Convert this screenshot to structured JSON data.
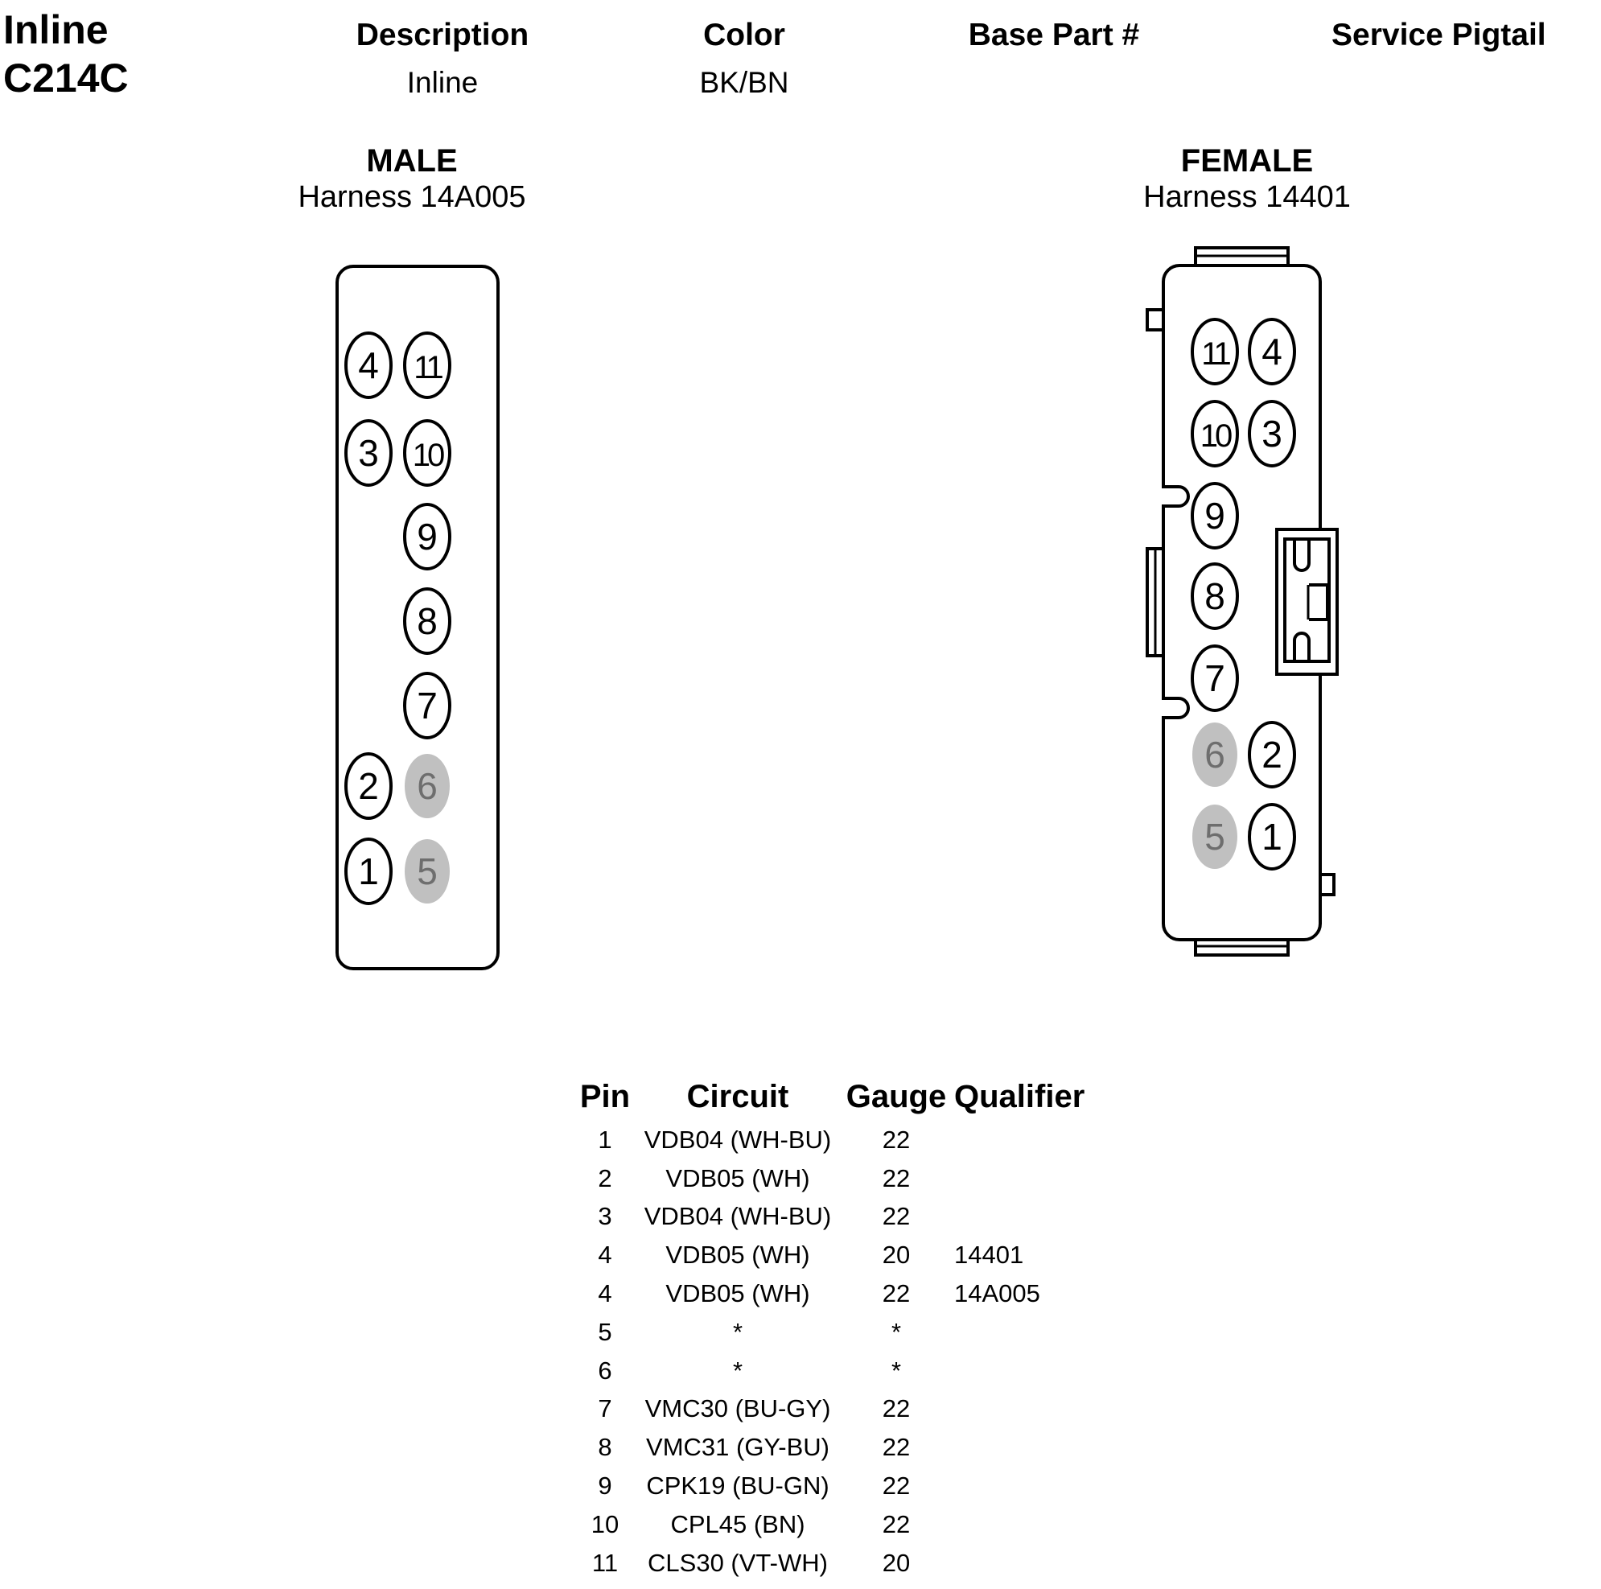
{
  "connector": {
    "title_line1": "Inline",
    "title_line2": "C214C"
  },
  "info": {
    "headers": [
      "Description",
      "Color",
      "Base Part #",
      "Service Pigtail"
    ],
    "values": [
      "Inline",
      "BK/BN",
      "",
      ""
    ]
  },
  "male": {
    "title": "MALE",
    "harness": "Harness 14A005",
    "pins": [
      {
        "label": "4",
        "filled": false
      },
      {
        "label": "11",
        "filled": false
      },
      {
        "label": "3",
        "filled": false
      },
      {
        "label": "10",
        "filled": false
      },
      {
        "label": "9",
        "filled": false
      },
      {
        "label": "8",
        "filled": false
      },
      {
        "label": "7",
        "filled": false
      },
      {
        "label": "2",
        "filled": false
      },
      {
        "label": "6",
        "filled": true
      },
      {
        "label": "1",
        "filled": false
      },
      {
        "label": "5",
        "filled": true
      }
    ]
  },
  "female": {
    "title": "FEMALE",
    "harness": "Harness 14401",
    "pins": [
      {
        "label": "11",
        "filled": false
      },
      {
        "label": "4",
        "filled": false
      },
      {
        "label": "10",
        "filled": false
      },
      {
        "label": "3",
        "filled": false
      },
      {
        "label": "9",
        "filled": false
      },
      {
        "label": "8",
        "filled": false
      },
      {
        "label": "7",
        "filled": false
      },
      {
        "label": "6",
        "filled": true
      },
      {
        "label": "2",
        "filled": false
      },
      {
        "label": "5",
        "filled": true
      },
      {
        "label": "1",
        "filled": false
      }
    ]
  },
  "colors": {
    "outline": "#000000",
    "filled_pin": "#c0c0c0",
    "filled_pin_text": "#6e6e6e"
  },
  "pin_table": {
    "headers": [
      "Pin",
      "Circuit",
      "Gauge",
      "Qualifier"
    ],
    "rows": [
      [
        "1",
        "VDB04 (WH-BU)",
        "22",
        ""
      ],
      [
        "2",
        "VDB05 (WH)",
        "22",
        ""
      ],
      [
        "3",
        "VDB04 (WH-BU)",
        "22",
        ""
      ],
      [
        "4",
        "VDB05 (WH)",
        "20",
        "14401"
      ],
      [
        "4",
        "VDB05 (WH)",
        "22",
        "14A005"
      ],
      [
        "5",
        "*",
        "*",
        ""
      ],
      [
        "6",
        "*",
        "*",
        ""
      ],
      [
        "7",
        "VMC30 (BU-GY)",
        "22",
        ""
      ],
      [
        "8",
        "VMC31 (GY-BU)",
        "22",
        ""
      ],
      [
        "9",
        "CPK19 (BU-GN)",
        "22",
        ""
      ],
      [
        "10",
        "CPL45 (BN)",
        "22",
        ""
      ],
      [
        "11",
        "CLS30 (VT-WH)",
        "20",
        ""
      ]
    ]
  }
}
